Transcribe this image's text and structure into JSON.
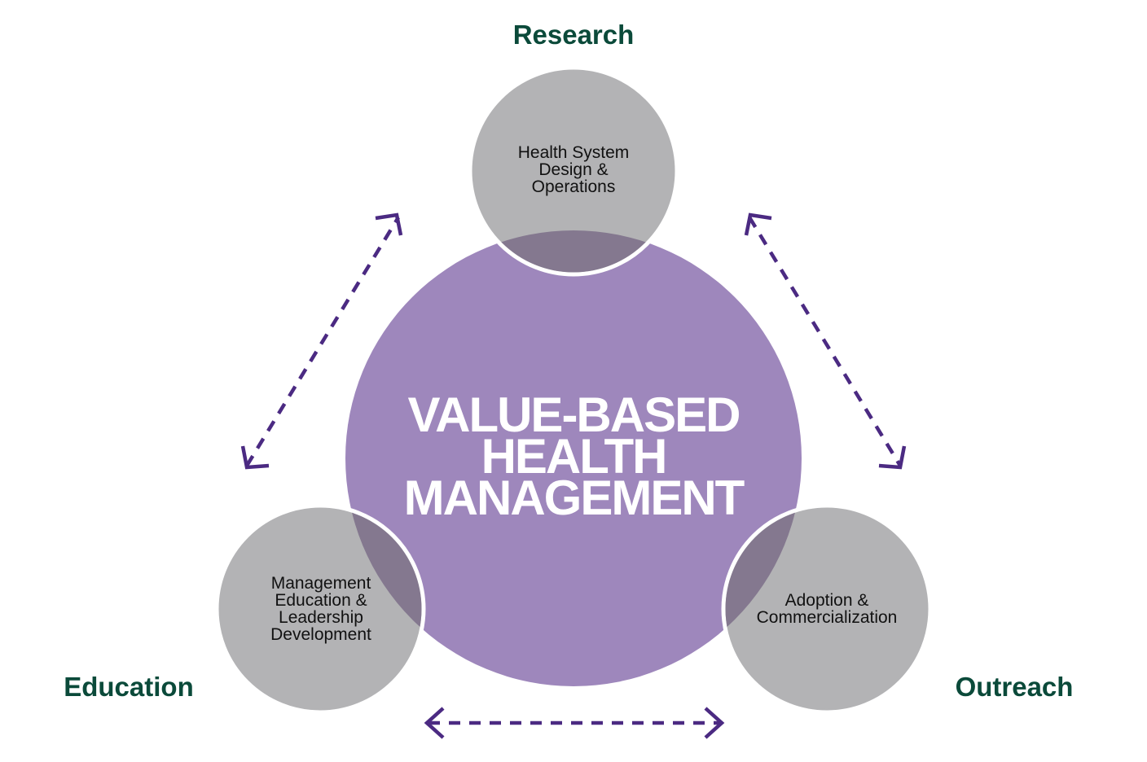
{
  "colors": {
    "center_fill": "#9e87bc",
    "satellite_fill": "#b3b3b5",
    "overlap_fill": "#84788f",
    "label_color": "#0b4a3a",
    "arrow_color": "#4b2a82",
    "outline_color": "#ffffff"
  },
  "center": {
    "lines": [
      "VALUE-BASED",
      "HEALTH",
      "MANAGEMENT"
    ]
  },
  "nodes": {
    "research": {
      "label": "Research",
      "lines": [
        "Health System",
        "Design &",
        "Operations"
      ]
    },
    "education": {
      "label": "Education",
      "lines": [
        "Management",
        "Education &",
        "Leadership",
        "Development"
      ]
    },
    "outreach": {
      "label": "Outreach",
      "lines": [
        "Adoption &",
        "Commercialization"
      ]
    }
  },
  "arrows": [
    {
      "from": "education",
      "to": "research",
      "style": "dashed-bidirectional"
    },
    {
      "from": "research",
      "to": "outreach",
      "style": "dashed-bidirectional"
    },
    {
      "from": "education",
      "to": "outreach",
      "style": "dashed-bidirectional"
    }
  ]
}
